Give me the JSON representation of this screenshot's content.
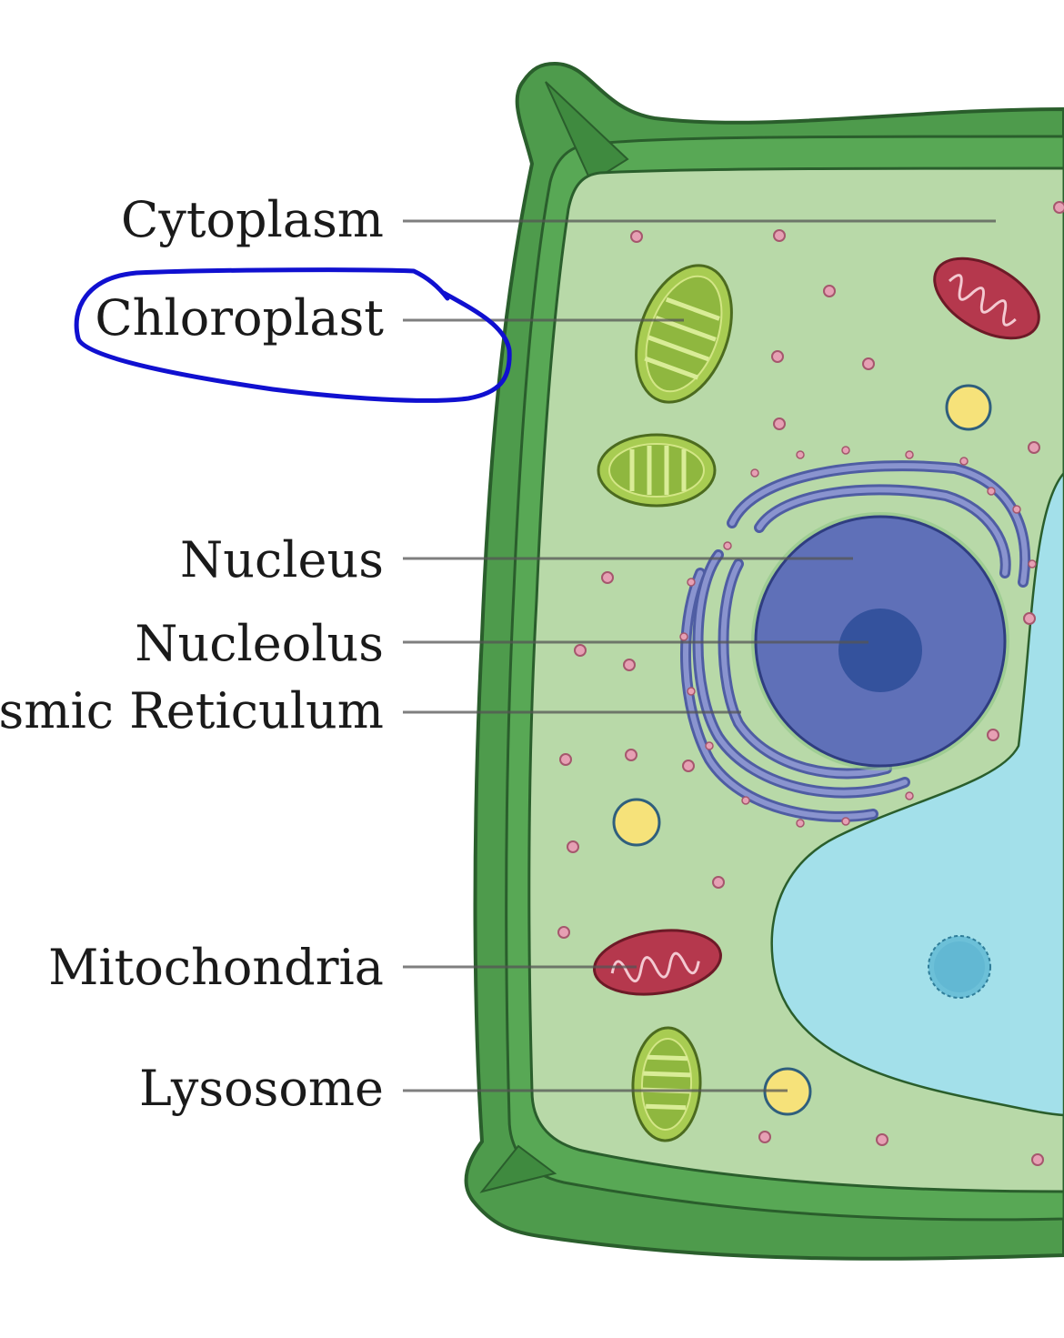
{
  "labels": {
    "cytoplasm": "Cytoplasm",
    "chloroplast": "Chloroplast",
    "nucleus": "Nucleus",
    "nucleolus": "Nucleolus",
    "er": "Endoplasmic Reticulum",
    "mitochondria": "Mitochondria",
    "lysosome": "Lysosome"
  },
  "colors": {
    "cell_wall": "#4e9b4c",
    "cell_wall_dark": "#2f6b31",
    "membrane_band": "#5aa957",
    "cytoplasm": "#b6d8a6",
    "chloroplast": "#9cc248",
    "mitochondria": "#b5384d",
    "vesicle": "#f4e17a",
    "nucleus": "#5f70b8",
    "nucleolus": "#34529d",
    "er": "#8a94cf",
    "ribosome": "#e6a0b4",
    "vacuole": "#a3e0ea",
    "annotation_ellipse": "#1010d0"
  },
  "annotation": {
    "circled_label": "Chloroplast"
  }
}
